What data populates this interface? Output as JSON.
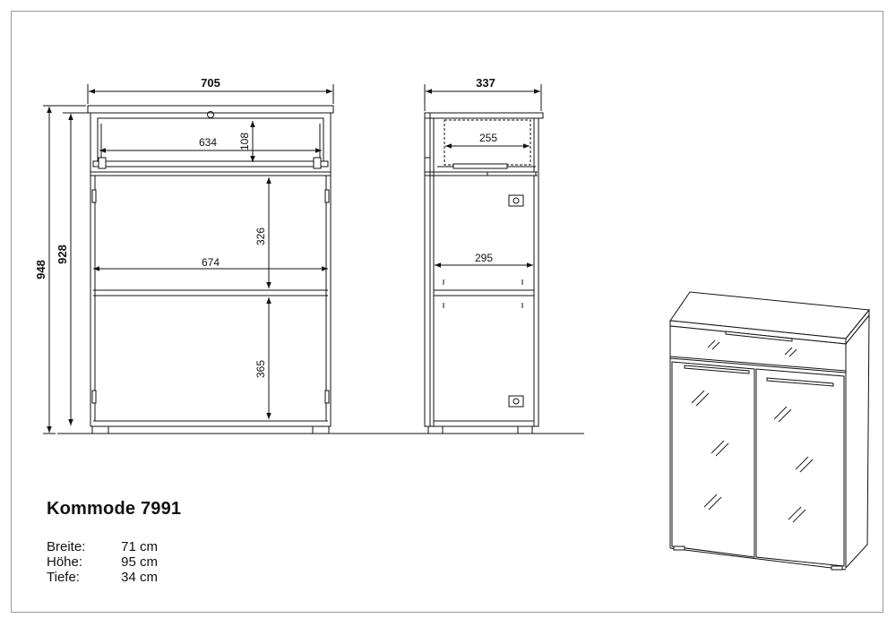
{
  "dimensions": {
    "front": {
      "width": "705",
      "drawer_inner_width": "634",
      "drawer_height": "108",
      "inner_width": "674",
      "upper_compartment_height": "326",
      "lower_compartment_height": "365",
      "total_height": "948",
      "body_height": "928"
    },
    "side": {
      "depth": "337",
      "drawer_depth": "255",
      "inner_depth": "295"
    }
  },
  "product": {
    "title": "Kommode 7991",
    "specs": [
      {
        "label": "Breite:",
        "value": "71 cm"
      },
      {
        "label": "Höhe:",
        "value": "95 cm"
      },
      {
        "label": "Tiefe:",
        "value": "34 cm"
      }
    ]
  }
}
